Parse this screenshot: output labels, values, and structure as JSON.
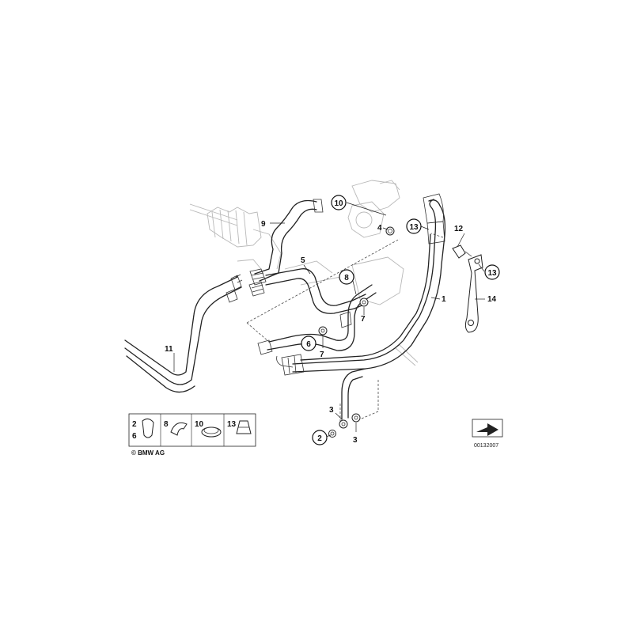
{
  "diagram": {
    "callouts": {
      "c1": "1",
      "c2": "2",
      "c3a": "3",
      "c3b": "3",
      "c4": "4",
      "c5": "5",
      "c6": "6",
      "c7a": "7",
      "c7b": "7",
      "c8": "8",
      "c9": "9",
      "c10": "10",
      "c11": "11",
      "c12": "12",
      "c13a": "13",
      "c13b": "13",
      "c14": "14"
    },
    "legend": {
      "l2": "2",
      "l6": "6",
      "l8": "8",
      "l10": "10",
      "l13": "13"
    },
    "copyright": "© BMW AG",
    "image_number": "00132007"
  }
}
